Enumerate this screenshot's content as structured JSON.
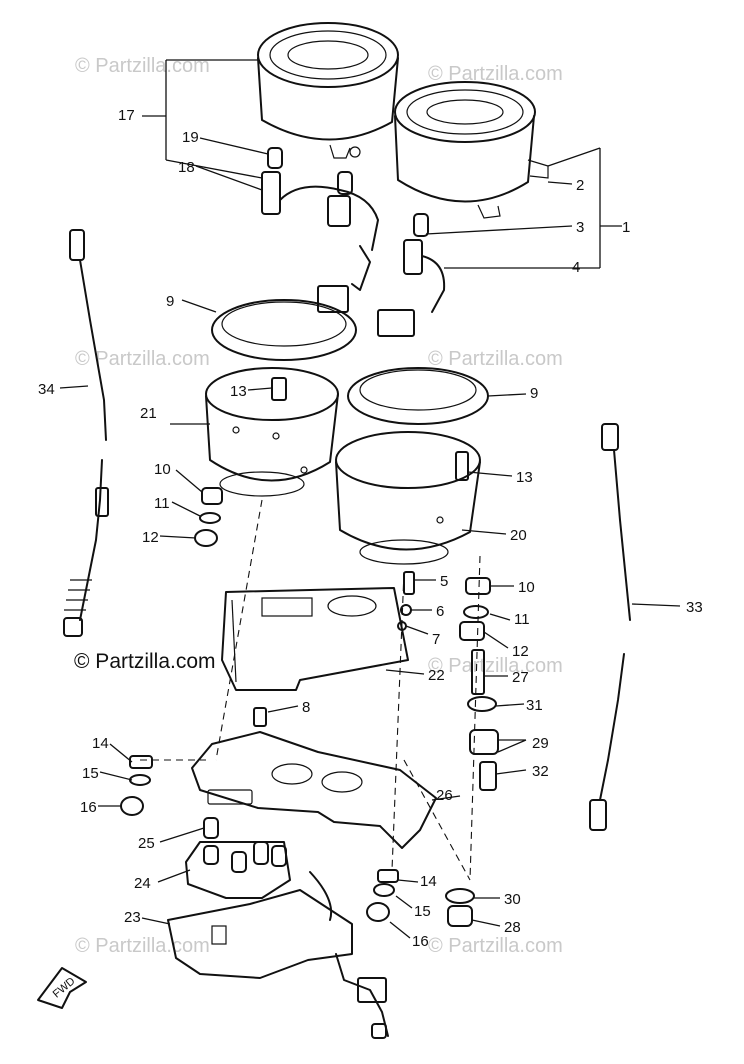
{
  "diagram": {
    "copyright_text": "© Partzilla.com",
    "watermark_text": "© Partzilla.com",
    "fwd_label": "FWD",
    "callouts": [
      "1",
      "2",
      "3",
      "4",
      "5",
      "6",
      "7",
      "8",
      "9",
      "9",
      "10",
      "10",
      "11",
      "11",
      "12",
      "12",
      "13",
      "13",
      "14",
      "14",
      "15",
      "15",
      "16",
      "16",
      "17",
      "18",
      "19",
      "20",
      "21",
      "22",
      "23",
      "24",
      "25",
      "26",
      "27",
      "28",
      "29",
      "30",
      "31",
      "32",
      "33",
      "34"
    ]
  }
}
